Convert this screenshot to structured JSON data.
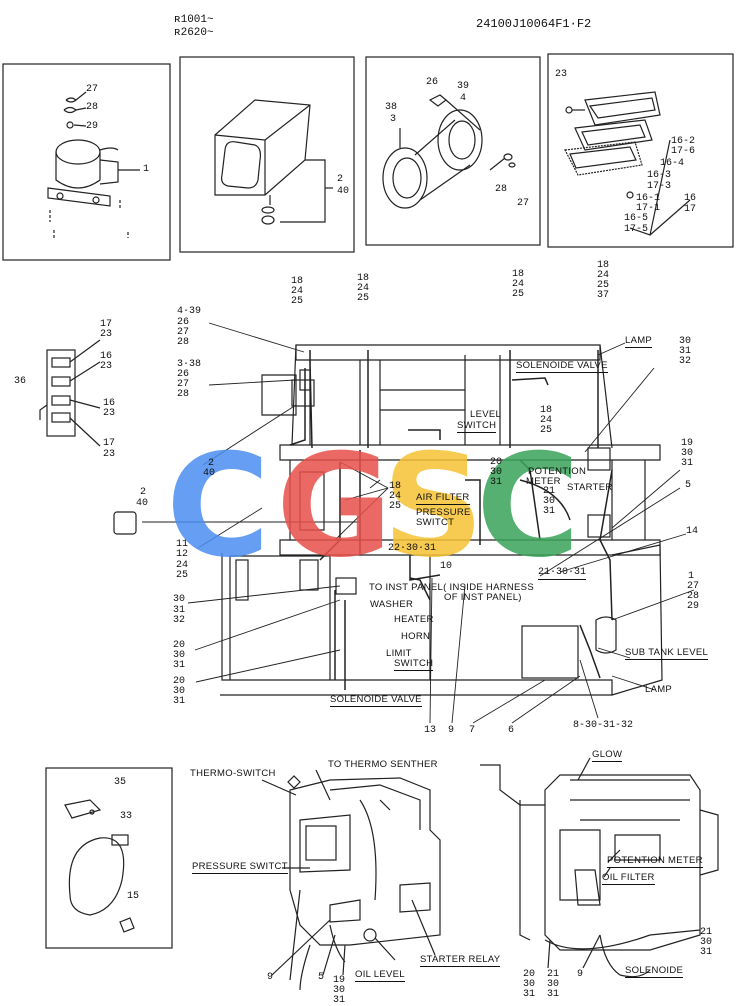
{
  "header": {
    "serial_1": "ʀ1001~",
    "serial_2": "ʀ2620~",
    "part_code": "24100J10064F1·F2"
  },
  "watermark": {
    "letters": [
      "C",
      "G",
      "S",
      "C"
    ],
    "colors": [
      "#4b8ef0",
      "#e8504a",
      "#f6c233",
      "#39a35a"
    ]
  },
  "panel1": {
    "r27": "27",
    "r28": "28",
    "r29": "29",
    "r1": "1"
  },
  "panel2": {
    "r2": "2",
    "r40": "40"
  },
  "panel3": {
    "r26": "26",
    "r39": "39",
    "r4": "4",
    "r38": "38",
    "r3": "3",
    "r28": "28",
    "r27": "27"
  },
  "panel4": {
    "r23": "23",
    "r16_2": "16-2",
    "r17_6": "17-6",
    "r16_4": "16-4",
    "r16_3": "16-3",
    "r17_3": "17-3",
    "r16_1": "16-1",
    "r17_1": "17-1",
    "r16": "16",
    "r17": "17",
    "r16_5": "16-5",
    "r17_5": "17-5"
  },
  "harness": {
    "c1": [
      "18",
      "24",
      "25"
    ],
    "c2": [
      "18",
      "24",
      "25"
    ],
    "c3": [
      "18",
      "24",
      "25"
    ],
    "c4": [
      "18",
      "24",
      "25",
      "37"
    ],
    "l_4_39": "4·39",
    "l_26a": "26",
    "l_27a": "27",
    "l_28a": "28",
    "l_3_38": "3·38",
    "l_26b": "26",
    "l_27b": "27",
    "l_28b": "28",
    "lamp_top": "LAMP",
    "solenoide_valve_top": "SOLENOIDE VALVE",
    "r30_31_32": [
      "30",
      "31",
      "32"
    ],
    "level_switch_1": "LEVEL",
    "level_switch_2": "SWITCH",
    "r18_24_25_mid": [
      "18",
      "24",
      "25"
    ],
    "r19_30_31": [
      "19",
      "30",
      "31"
    ],
    "potention_meter_1": "POTENTION",
    "potention_meter_2": "METER",
    "r20_30_31": [
      "20",
      "30",
      "31"
    ],
    "starter": "STARTER",
    "r21_30_31": [
      "21",
      "30",
      "31"
    ],
    "r18_24_25_left": [
      "18",
      "24",
      "25"
    ],
    "air_filter": "AIR FILTER",
    "pressure_switct_1": "PRESSURE",
    "pressure_switct_2": "SWITCT",
    "r5": "5",
    "r2_40_side": [
      "2",
      "40"
    ],
    "r2_40_lamp": [
      "2",
      "40"
    ],
    "r11_12_24_25": [
      "11",
      "12",
      "24",
      "25"
    ],
    "r22_30_31": "22·30·31",
    "r21_30_31_b": "21·30·31",
    "r14": "14",
    "r10": "10",
    "to_inst_panel": "TO INST PANEL( INSIDE HARNESS",
    "of_inst_panel": "OF INST PANEL)",
    "r30_31_32_left": [
      "30",
      "31",
      "32"
    ],
    "washer": "WASHER",
    "heater": "HEATER",
    "horn": "HORN",
    "limit_switch_1": "LIMIT",
    "limit_switch_2": "SWITCH",
    "r20_30_31_a": [
      "20",
      "30",
      "31"
    ],
    "r20_30_31_b": [
      "20",
      "30",
      "31"
    ],
    "r1_27_28_29": [
      "1",
      "27",
      "28",
      "29"
    ],
    "sub_tank_level": "SUB TANK LEVEL",
    "lamp_bottom": "LAMP",
    "solenoide_valve_bottom": "SOLENOIDE VALVE",
    "r13": "13",
    "r9": "9",
    "r7": "7",
    "r6": "6",
    "r8_30_31_32": "8-30-31-32"
  },
  "side_panel": {
    "r17a": "17",
    "r23a": "23",
    "r16a": "16",
    "r23b": "23",
    "r36": "36",
    "r16b": "16",
    "r23c": "23",
    "r17b": "17",
    "r23d": "23"
  },
  "bottom_left_panel": {
    "r35": "35",
    "r33": "33",
    "r15": "15"
  },
  "engine_left": {
    "thermo_switch": "THERMO-SWITCH",
    "to_thermo_senther": "TO THERMO SENTHER",
    "pressure_switct": "PRESSURE SWITCT",
    "oil_level": "OIL LEVEL",
    "starter_relay": "STARTER RELAY",
    "r9": "9",
    "r5": "5",
    "r19_30_31": [
      "19",
      "30",
      "31"
    ]
  },
  "engine_right": {
    "glow": "GLOW",
    "potention_meter": "POTENTION METER",
    "oil_filter": "OIL FILTER",
    "solenoide": "SOLENOIDE",
    "r20_30_31": [
      "20",
      "30",
      "31"
    ],
    "r21_30_31_a": [
      "21",
      "30",
      "31"
    ],
    "r21_30_31_b": [
      "21",
      "30",
      "31"
    ],
    "r9": "9"
  }
}
